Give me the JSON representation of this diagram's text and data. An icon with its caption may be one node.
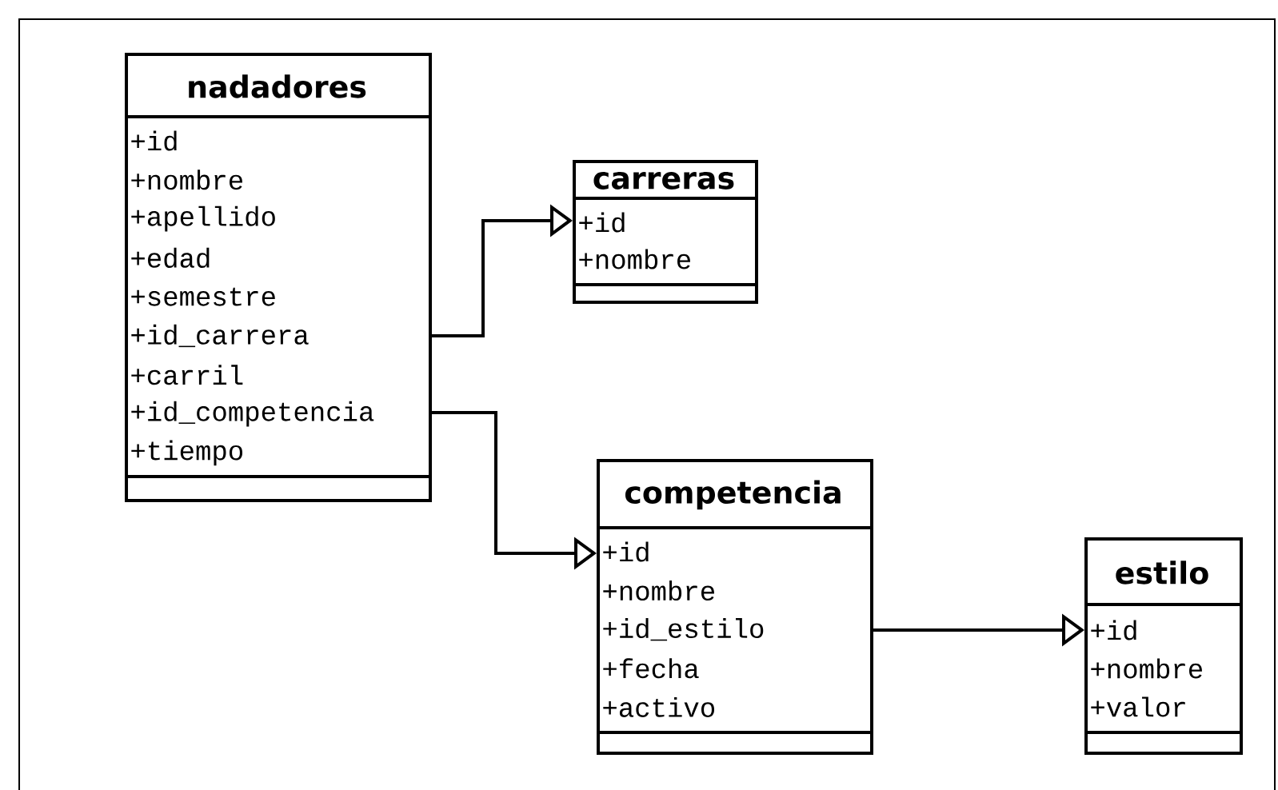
{
  "diagram": {
    "nodes": [
      {
        "text": [
          "nadadores",
          "+id",
          "+nombre",
          "+apellido",
          "+edad",
          "+semestre",
          "+id_carrera",
          "+carril",
          "+id_competencia",
          "+tiempo"
        ]
      },
      {
        "text": [
          "carreras",
          "+id",
          "+nombre"
        ]
      },
      {
        "text": [
          "competencia",
          "+id",
          "+nombre",
          "+id_estilo",
          "+fecha",
          "+activo"
        ]
      },
      {
        "text": [
          "estilo",
          "+id",
          "+nombre",
          "+valor"
        ]
      }
    ],
    "edges": [
      {
        "from": 0,
        "to": 1,
        "arrow": "to"
      },
      {
        "from": 0,
        "to": 2,
        "arrow": "to"
      },
      {
        "from": 2,
        "to": 3,
        "arrow": "to"
      }
    ]
  }
}
